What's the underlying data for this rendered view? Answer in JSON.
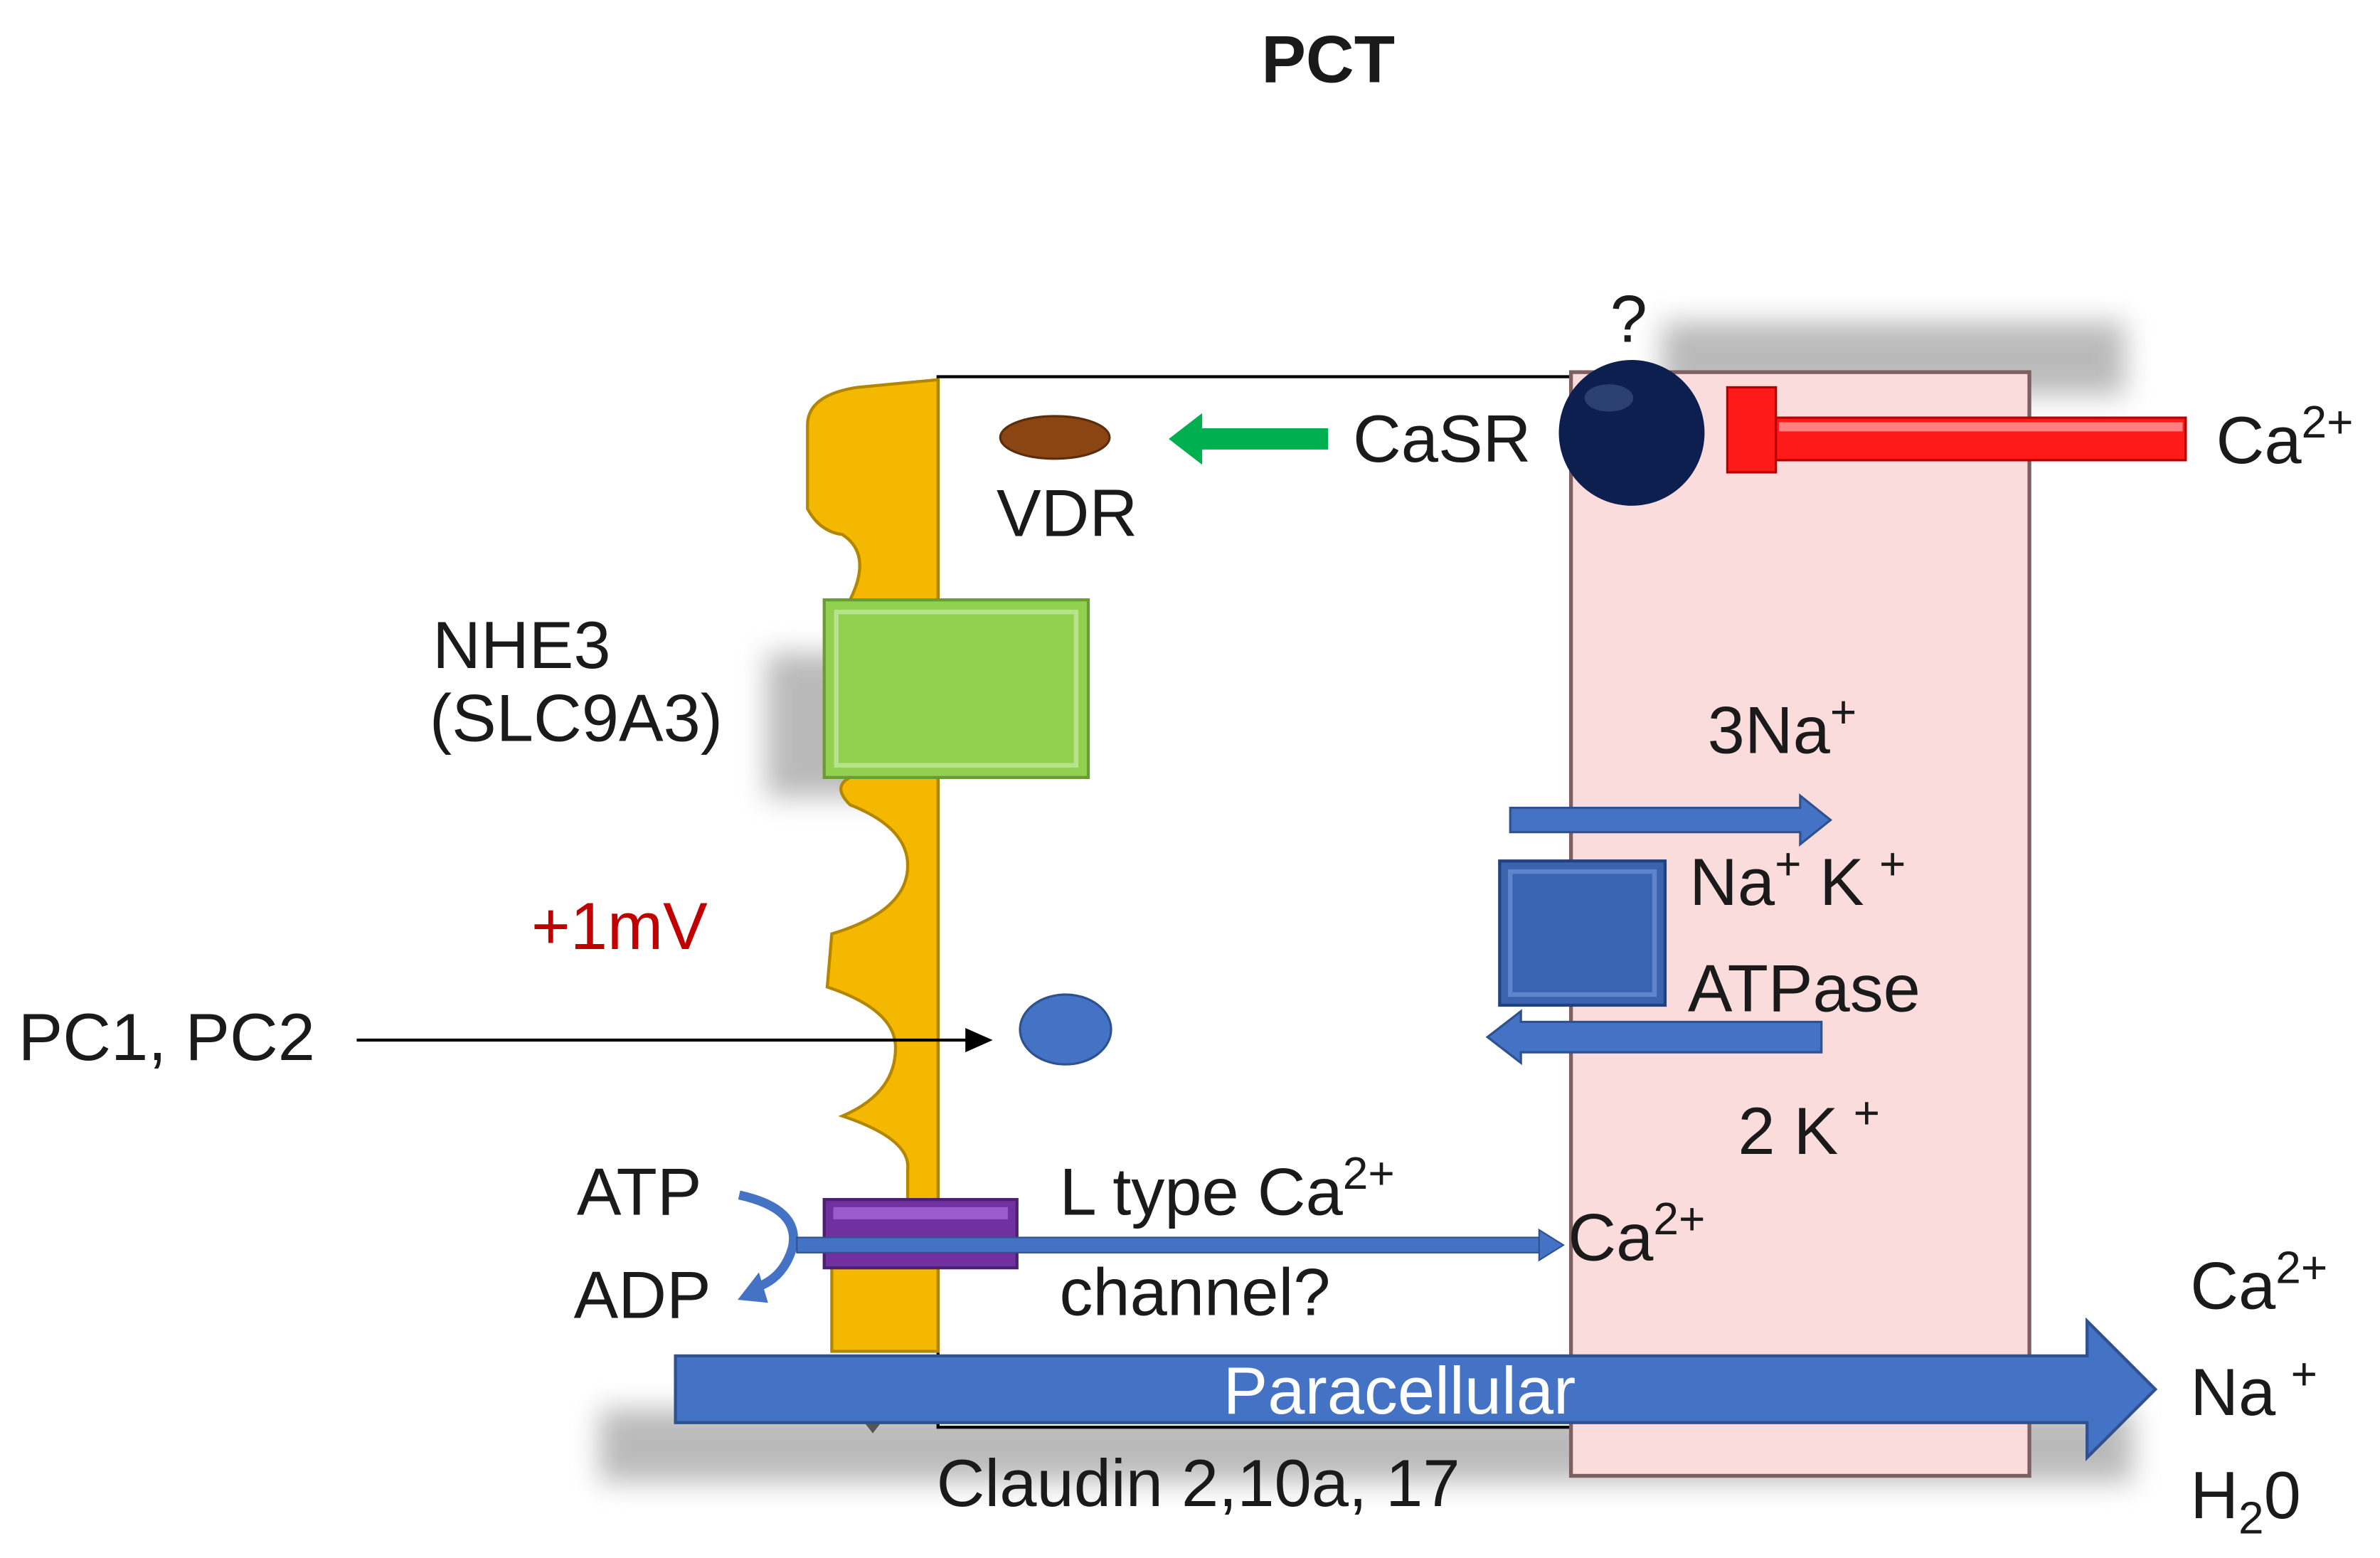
{
  "title": "PCT",
  "question_mark": "?",
  "casr": "CaSR",
  "vdr": "VDR",
  "ca_luminal_inhibitor": {
    "base": "Ca",
    "sup": "2+"
  },
  "nhe3": {
    "line1": "NHE3",
    "line2": "(SLC9A3)"
  },
  "potential": "+1mV",
  "pc": "PC1, PC2",
  "na3": {
    "base": "3Na",
    "sup": "+"
  },
  "pump": {
    "na": "Na",
    "na_sup": "+",
    "k": "K",
    "k_sup": "+",
    "line2": "ATPase"
  },
  "k2": {
    "base": "2 K",
    "sup": "+"
  },
  "atp": "ATP",
  "adp": "ADP",
  "ltype": {
    "base": "L type Ca",
    "sup": "2+",
    "line2": "channel?"
  },
  "ca_cell": {
    "base": "Ca",
    "sup": "2+"
  },
  "paracellular": "Paracellular",
  "claudin": "Claudin 2,10a, 17",
  "outputs": {
    "ca": {
      "base": "Ca",
      "sup": "2+"
    },
    "na": {
      "base": "Na",
      "sup": "+"
    },
    "h2o": {
      "base": "H",
      "sub": "2",
      "after": "0"
    }
  },
  "colors": {
    "brush_border": "#f5b800",
    "nhe3": "#92d050",
    "blue": "#4472c4",
    "purple": "#7030a0",
    "casr": "#0c1f4f",
    "red_bar": "#ff1a1a",
    "pink_region": "#fbdcdc",
    "vdr": "#8b4513",
    "green_arrow": "#00b050",
    "potential_text": "#c00000"
  }
}
